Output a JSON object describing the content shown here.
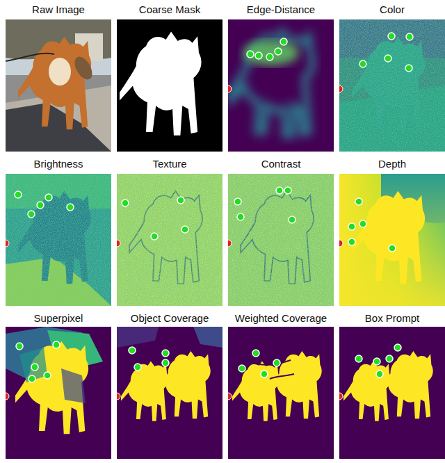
{
  "diagram": {
    "labels": [
      "Raw Image",
      "Coarse Mask",
      "Edge-Distance",
      "Color",
      "Brightness",
      "Texture",
      "Contrast",
      "Depth",
      "Superpixel",
      "Object Coverage",
      "Weighted Coverage",
      "Box Prompt"
    ]
  }
}
